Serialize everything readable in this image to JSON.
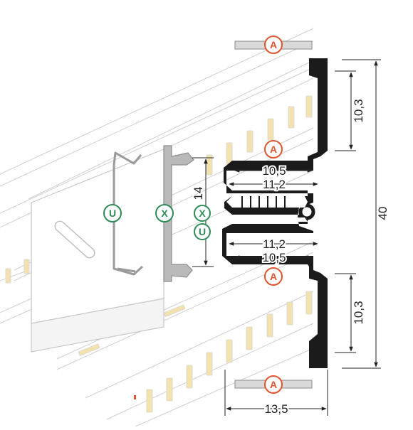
{
  "colors": {
    "profile": "#1b1b1b",
    "badge_a": "#e0542e",
    "badge_ux": "#2e8b57",
    "dimension": "#222222",
    "ghost": "#c8c8c8",
    "led": "#d9b85c",
    "clip": "#9a9a9a"
  },
  "badges": {
    "a": "A",
    "u": "U",
    "x": "X"
  },
  "dimensions": {
    "height_total": "40",
    "upper_channel": "10,3",
    "lower_channel": "10,3",
    "inner_top": "10,5",
    "outer_top": "11,2",
    "outer_bottom": "11,2",
    "inner_bottom": "10,5",
    "accessory_height": "14",
    "base_width": "13,5"
  }
}
